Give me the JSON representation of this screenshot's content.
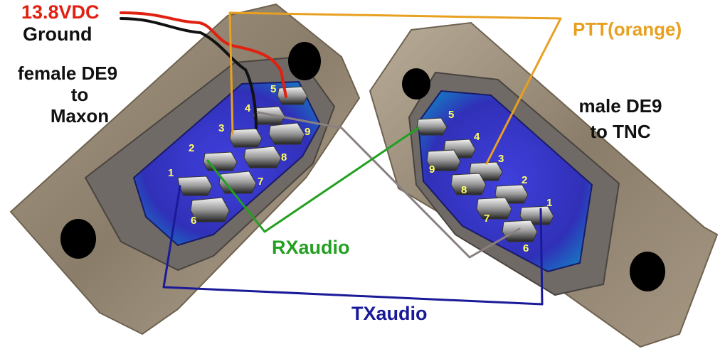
{
  "labels": {
    "power": "13.8VDC",
    "ground": "Ground",
    "left_connector": [
      "female DE9",
      "to",
      "Maxon"
    ],
    "right_connector": [
      "male DE9",
      "to TNC"
    ],
    "ptt": "PTT(orange)",
    "rx": "RXaudio",
    "tx": "TXaudio"
  },
  "left_pins": [
    "1",
    "2",
    "3",
    "4",
    "5",
    "6",
    "7",
    "8",
    "9"
  ],
  "right_pins": [
    "1",
    "2",
    "3",
    "4",
    "5",
    "6",
    "7",
    "8",
    "9"
  ],
  "colors": {
    "power_wire": "#e02010",
    "ground_wire": "#111111",
    "ptt_wire": "#e8a020",
    "rx_wire": "#22a020",
    "tx_wire": "#1a1a99",
    "gray_wire": "#8a8080",
    "shell": "#8a7d6a",
    "insert": "#3a3acc",
    "pin_label": "#ffff66"
  }
}
